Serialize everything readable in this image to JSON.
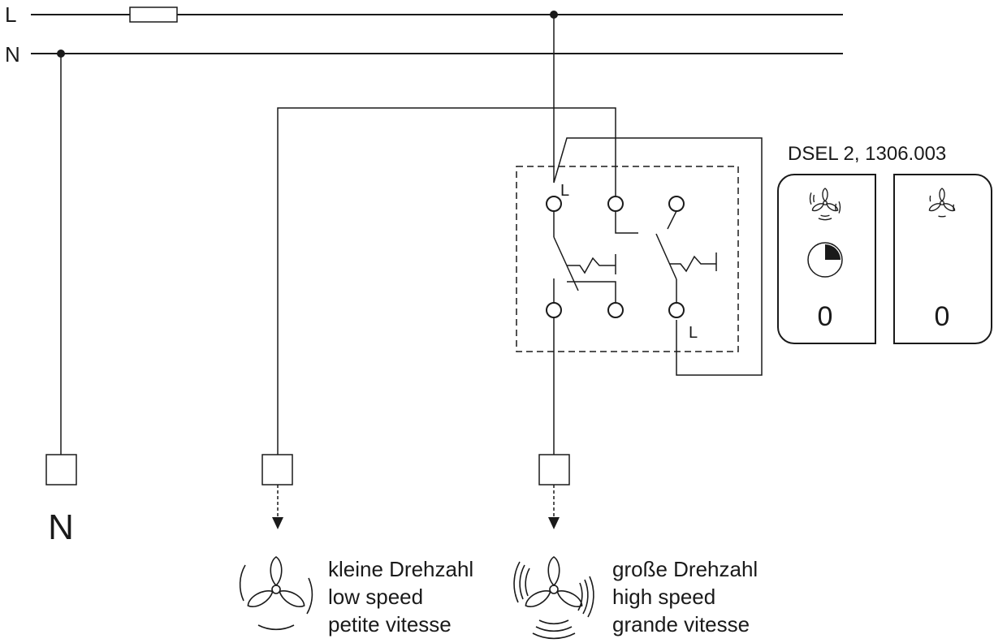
{
  "bus": {
    "line_l_label": "L",
    "line_n_label": "N"
  },
  "switch": {
    "model_label": "DSEL 2, 1306.003",
    "terminal_l_top": "L",
    "terminal_l_bottom": "L",
    "button_left_value": "0",
    "button_right_value": "0",
    "button_left_icons": [
      "fan-high-speed-icon",
      "timer-icon"
    ],
    "button_right_icons": [
      "fan-low-speed-icon"
    ]
  },
  "terminals": {
    "neutral_label": "N"
  },
  "speeds": {
    "low": [
      "kleine Drehzahl",
      "low speed",
      "petite vitesse"
    ],
    "high": [
      "große Drehzahl",
      "high speed",
      "grande vitesse"
    ]
  },
  "colors": {
    "line": "#1a1a1a",
    "background": "#ffffff"
  }
}
